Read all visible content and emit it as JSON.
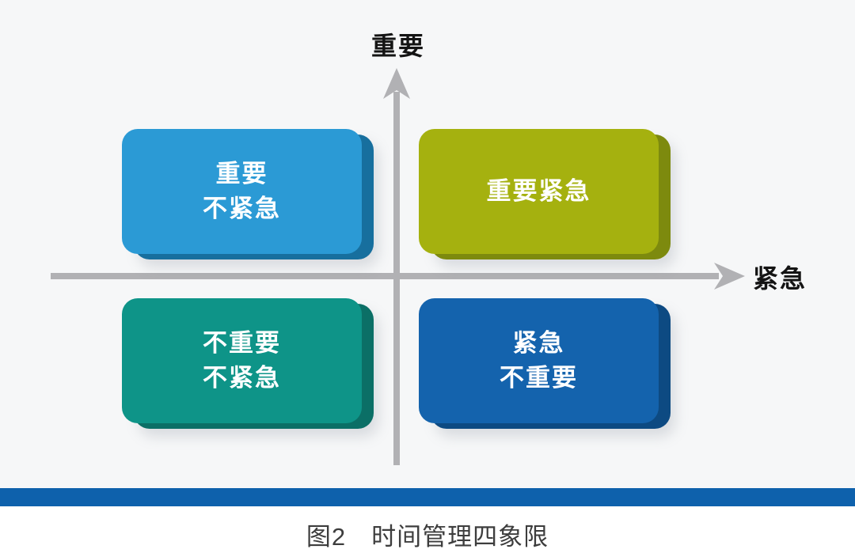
{
  "figure": {
    "caption": "图2　时间管理四象限",
    "background_color": "#f6f7f8",
    "bar_color": "#0e61ac"
  },
  "axes": {
    "y_label": "重要",
    "x_label": "紧急",
    "axis_color": "#b1b1b4",
    "label_color": "#141414"
  },
  "quadrants": {
    "top_left": {
      "lines": [
        "重要",
        "不紧急"
      ],
      "color": "#2b9ad5",
      "edge_color": "#176f9e"
    },
    "top_right": {
      "lines": [
        "重要紧急"
      ],
      "color": "#a5b10f",
      "edge_color": "#7d8a0e"
    },
    "bottom_left": {
      "lines": [
        "不重要",
        "不紧急"
      ],
      "color": "#0e9488",
      "edge_color": "#0b6f66"
    },
    "bottom_right": {
      "lines": [
        "紧急",
        "不重要"
      ],
      "color": "#1463ad",
      "edge_color": "#0d4a82"
    }
  }
}
